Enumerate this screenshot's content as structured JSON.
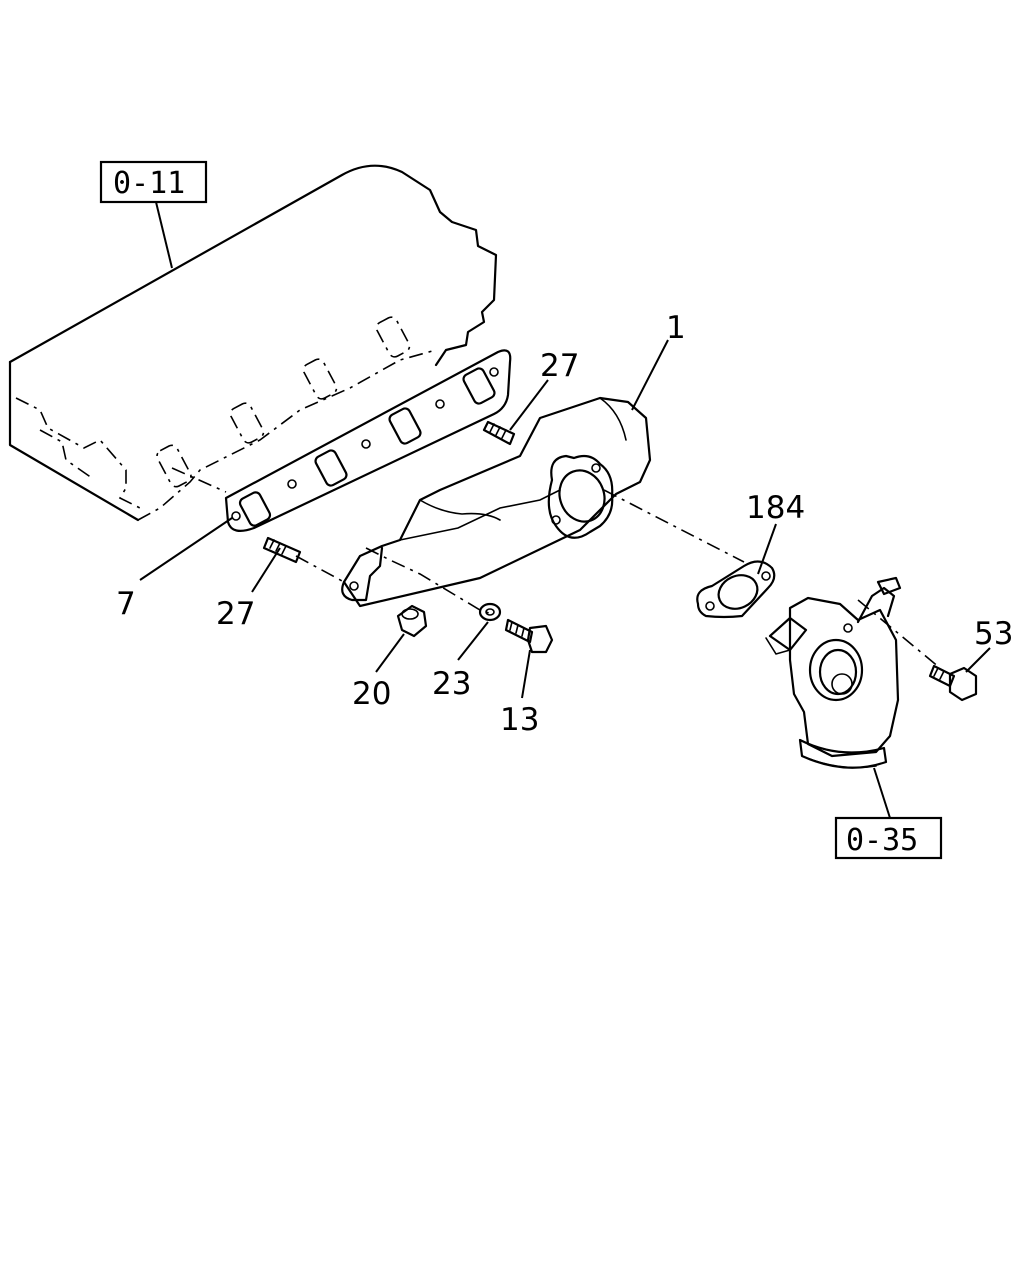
{
  "references": {
    "top_left": "0-11",
    "bottom_right": "0-35"
  },
  "callouts": {
    "manifold": "1",
    "stud_upper": "27",
    "gasket_manifold": "7",
    "stud_lower": "27",
    "nut": "20",
    "washer": "23",
    "bolt_13": "13",
    "gasket_184": "184",
    "bolt_53": "53"
  }
}
